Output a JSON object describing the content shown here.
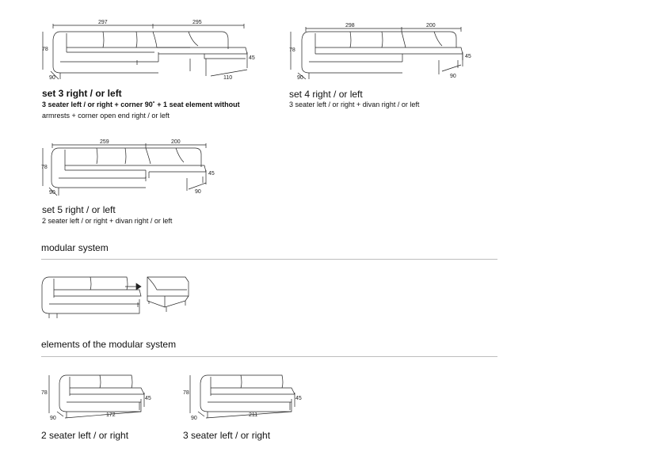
{
  "set3": {
    "title": "set 3 right / or left",
    "line1": "3 seater left / or right + corner 90˚ + 1 seat element without",
    "line2": "armrests + corner open end right / or left",
    "dims": {
      "w1": "297",
      "w2": "295",
      "h": "78",
      "seat": "45",
      "depth": "90",
      "end": "110"
    }
  },
  "set4": {
    "title": "set 4 right / or left",
    "line1": "3 seater left / or right + divan right / or left",
    "dims": {
      "w1": "298",
      "w2": "200",
      "h": "78",
      "seat": "45",
      "depth": "90",
      "end": "90"
    }
  },
  "set5": {
    "title": "set 5 right / or left",
    "line1": "2 seater left / or right + divan right / or left",
    "dims": {
      "w1": "259",
      "w2": "200",
      "h": "78",
      "seat": "45",
      "depth": "90",
      "end": "90"
    }
  },
  "sections": {
    "modular": "modular system",
    "elements": "elements of the modular system"
  },
  "seater2": {
    "title": "2 seater left / or right",
    "dims": {
      "h": "78",
      "seat": "45",
      "depth": "90",
      "w": "172"
    }
  },
  "seater3": {
    "title": "3 seater left / or right",
    "dims": {
      "h": "78",
      "seat": "45",
      "depth": "90",
      "w": "211"
    }
  }
}
